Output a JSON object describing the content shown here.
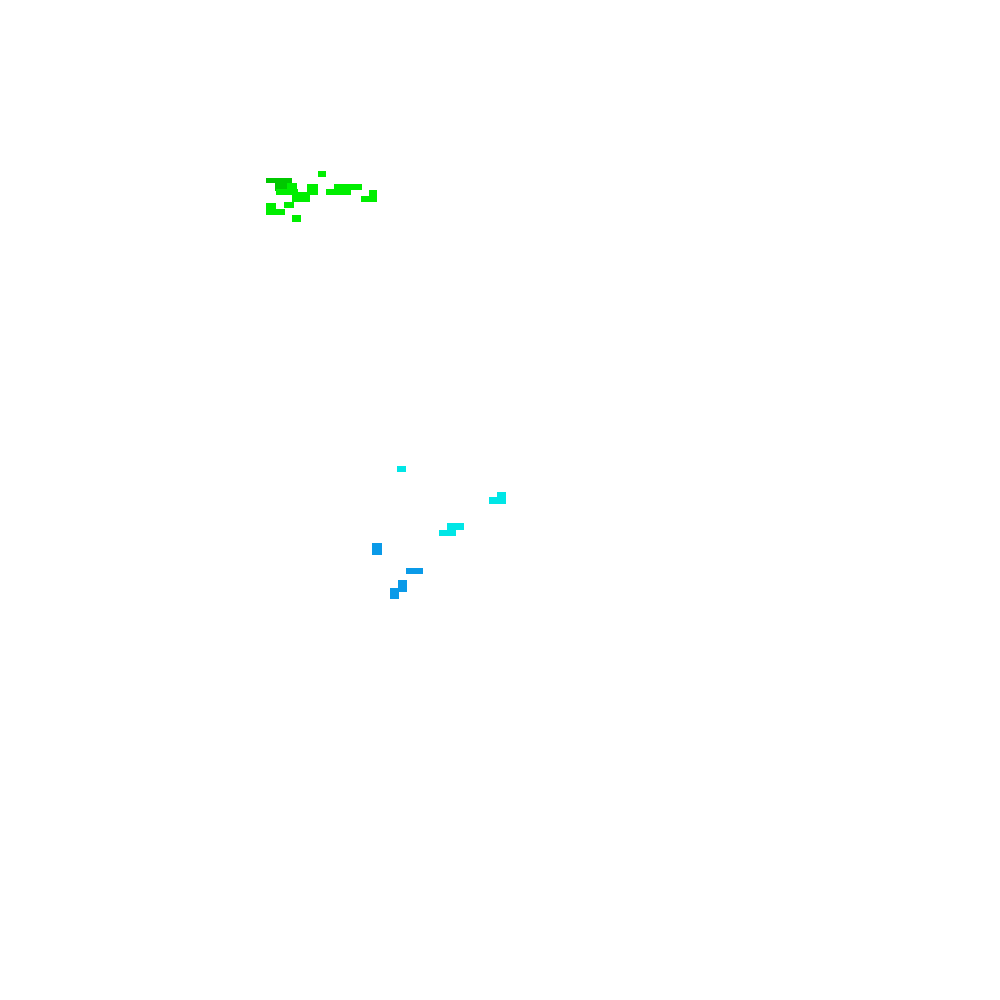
{
  "canvas": {
    "background": "#ffffff"
  },
  "clusters": [
    {
      "name": "green-cluster",
      "palette": {
        "bright": "#00ee00",
        "dark": "#00c800"
      }
    },
    {
      "name": "cyan-cluster",
      "palette": {
        "main": "#00e6e6"
      }
    },
    {
      "name": "blue-cluster",
      "palette": {
        "main": "#0a9ae8"
      }
    }
  ]
}
